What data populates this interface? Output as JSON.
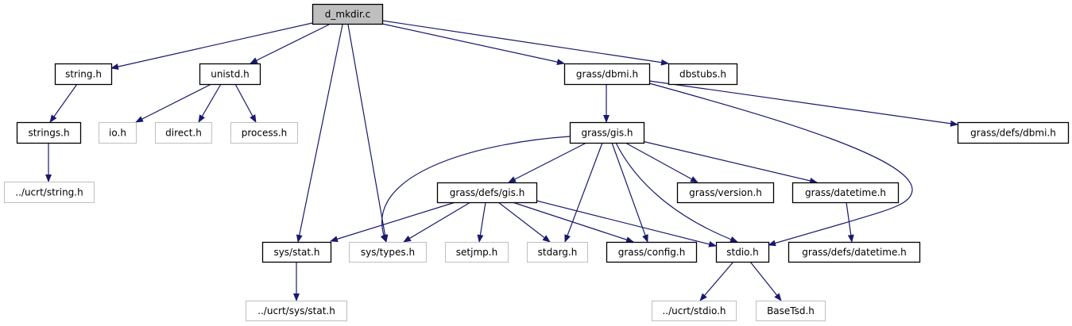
{
  "diagram": {
    "title": "d_mkdir.c",
    "colors": {
      "edge": "#191970",
      "root_fill": "#bfbfbf",
      "documented_border": "#000000",
      "undocumented_border": "#bfbfbf",
      "node_fill": "#ffffff"
    },
    "nodes": [
      {
        "id": "d_mkdir_c",
        "label": "d_mkdir.c",
        "kind": "root"
      },
      {
        "id": "string_h",
        "label": "string.h",
        "kind": "documented"
      },
      {
        "id": "unistd_h",
        "label": "unistd.h",
        "kind": "documented"
      },
      {
        "id": "grass_dbmi_h",
        "label": "grass/dbmi.h",
        "kind": "documented"
      },
      {
        "id": "dbstubs_h",
        "label": "dbstubs.h",
        "kind": "documented"
      },
      {
        "id": "strings_h",
        "label": "strings.h",
        "kind": "documented"
      },
      {
        "id": "io_h",
        "label": "io.h",
        "kind": "external"
      },
      {
        "id": "direct_h",
        "label": "direct.h",
        "kind": "external"
      },
      {
        "id": "process_h",
        "label": "process.h",
        "kind": "external"
      },
      {
        "id": "grass_gis_h",
        "label": "grass/gis.h",
        "kind": "documented"
      },
      {
        "id": "grass_defs_dbmi_h",
        "label": "grass/defs/dbmi.h",
        "kind": "documented"
      },
      {
        "id": "ucrt_string_h",
        "label": "../ucrt/string.h",
        "kind": "external"
      },
      {
        "id": "grass_defs_gis_h",
        "label": "grass/defs/gis.h",
        "kind": "documented"
      },
      {
        "id": "grass_version_h",
        "label": "grass/version.h",
        "kind": "documented"
      },
      {
        "id": "grass_datetime_h",
        "label": "grass/datetime.h",
        "kind": "documented"
      },
      {
        "id": "sys_stat_h",
        "label": "sys/stat.h",
        "kind": "documented"
      },
      {
        "id": "sys_types_h",
        "label": "sys/types.h",
        "kind": "external"
      },
      {
        "id": "setjmp_h",
        "label": "setjmp.h",
        "kind": "external"
      },
      {
        "id": "stdarg_h",
        "label": "stdarg.h",
        "kind": "external"
      },
      {
        "id": "grass_config_h",
        "label": "grass/config.h",
        "kind": "documented"
      },
      {
        "id": "stdio_h",
        "label": "stdio.h",
        "kind": "documented"
      },
      {
        "id": "grass_defs_datetime_h",
        "label": "grass/defs/datetime.h",
        "kind": "documented"
      },
      {
        "id": "ucrt_sys_stat_h",
        "label": "../ucrt/sys/stat.h",
        "kind": "external"
      },
      {
        "id": "ucrt_stdio_h",
        "label": "../ucrt/stdio.h",
        "kind": "external"
      },
      {
        "id": "basetsd_h",
        "label": "BaseTsd.h",
        "kind": "external"
      }
    ],
    "edges": [
      {
        "from": "d_mkdir_c",
        "to": "string_h"
      },
      {
        "from": "d_mkdir_c",
        "to": "unistd_h"
      },
      {
        "from": "d_mkdir_c",
        "to": "sys_stat_h"
      },
      {
        "from": "d_mkdir_c",
        "to": "sys_types_h"
      },
      {
        "from": "d_mkdir_c",
        "to": "grass_dbmi_h"
      },
      {
        "from": "d_mkdir_c",
        "to": "dbstubs_h"
      },
      {
        "from": "string_h",
        "to": "strings_h"
      },
      {
        "from": "strings_h",
        "to": "ucrt_string_h"
      },
      {
        "from": "unistd_h",
        "to": "io_h"
      },
      {
        "from": "unistd_h",
        "to": "direct_h"
      },
      {
        "from": "unistd_h",
        "to": "process_h"
      },
      {
        "from": "grass_dbmi_h",
        "to": "grass_gis_h"
      },
      {
        "from": "grass_dbmi_h",
        "to": "grass_defs_dbmi_h"
      },
      {
        "from": "grass_dbmi_h",
        "to": "stdio_h"
      },
      {
        "from": "grass_gis_h",
        "to": "sys_types_h"
      },
      {
        "from": "grass_gis_h",
        "to": "grass_defs_gis_h"
      },
      {
        "from": "grass_gis_h",
        "to": "stdarg_h"
      },
      {
        "from": "grass_gis_h",
        "to": "grass_config_h"
      },
      {
        "from": "grass_gis_h",
        "to": "stdio_h"
      },
      {
        "from": "grass_gis_h",
        "to": "grass_version_h"
      },
      {
        "from": "grass_gis_h",
        "to": "grass_datetime_h"
      },
      {
        "from": "grass_defs_gis_h",
        "to": "sys_stat_h"
      },
      {
        "from": "grass_defs_gis_h",
        "to": "sys_types_h"
      },
      {
        "from": "grass_defs_gis_h",
        "to": "setjmp_h"
      },
      {
        "from": "grass_defs_gis_h",
        "to": "stdarg_h"
      },
      {
        "from": "grass_defs_gis_h",
        "to": "grass_config_h"
      },
      {
        "from": "grass_defs_gis_h",
        "to": "stdio_h"
      },
      {
        "from": "grass_datetime_h",
        "to": "grass_defs_datetime_h"
      },
      {
        "from": "sys_stat_h",
        "to": "ucrt_sys_stat_h"
      },
      {
        "from": "stdio_h",
        "to": "ucrt_stdio_h"
      },
      {
        "from": "stdio_h",
        "to": "basetsd_h"
      }
    ]
  }
}
